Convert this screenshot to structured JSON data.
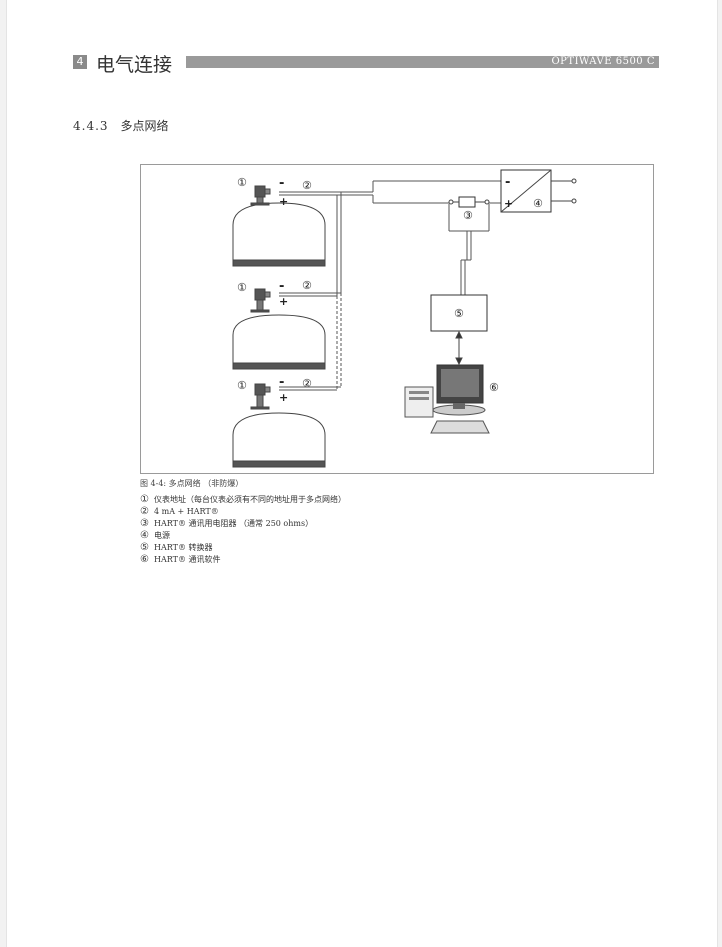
{
  "header": {
    "chapter_number": "4",
    "chapter_title": "电气连接",
    "product": "OPTIWAVE 6500 C"
  },
  "section": {
    "number": "4.4.3",
    "title": "多点网络"
  },
  "figure": {
    "callouts": {
      "c1": "①",
      "c2": "②",
      "c3": "③",
      "c4": "④",
      "c5": "⑤",
      "c6": "⑥",
      "minus": "-",
      "plus": "+"
    },
    "caption": "图 4-4: 多点网络 （非防爆）"
  },
  "legend": [
    {
      "marker": "①",
      "text": "仪表地址（每台仪表必须有不同的地址用于多点网络）"
    },
    {
      "marker": "②",
      "text": "4 mA + HART®"
    },
    {
      "marker": "③",
      "text": "HART® 通讯用电阻器 （通常 250 ohms）"
    },
    {
      "marker": "④",
      "text": "电源"
    },
    {
      "marker": "⑤",
      "text": "HART® 转换器"
    },
    {
      "marker": "⑥",
      "text": "HART® 通讯软件"
    }
  ]
}
